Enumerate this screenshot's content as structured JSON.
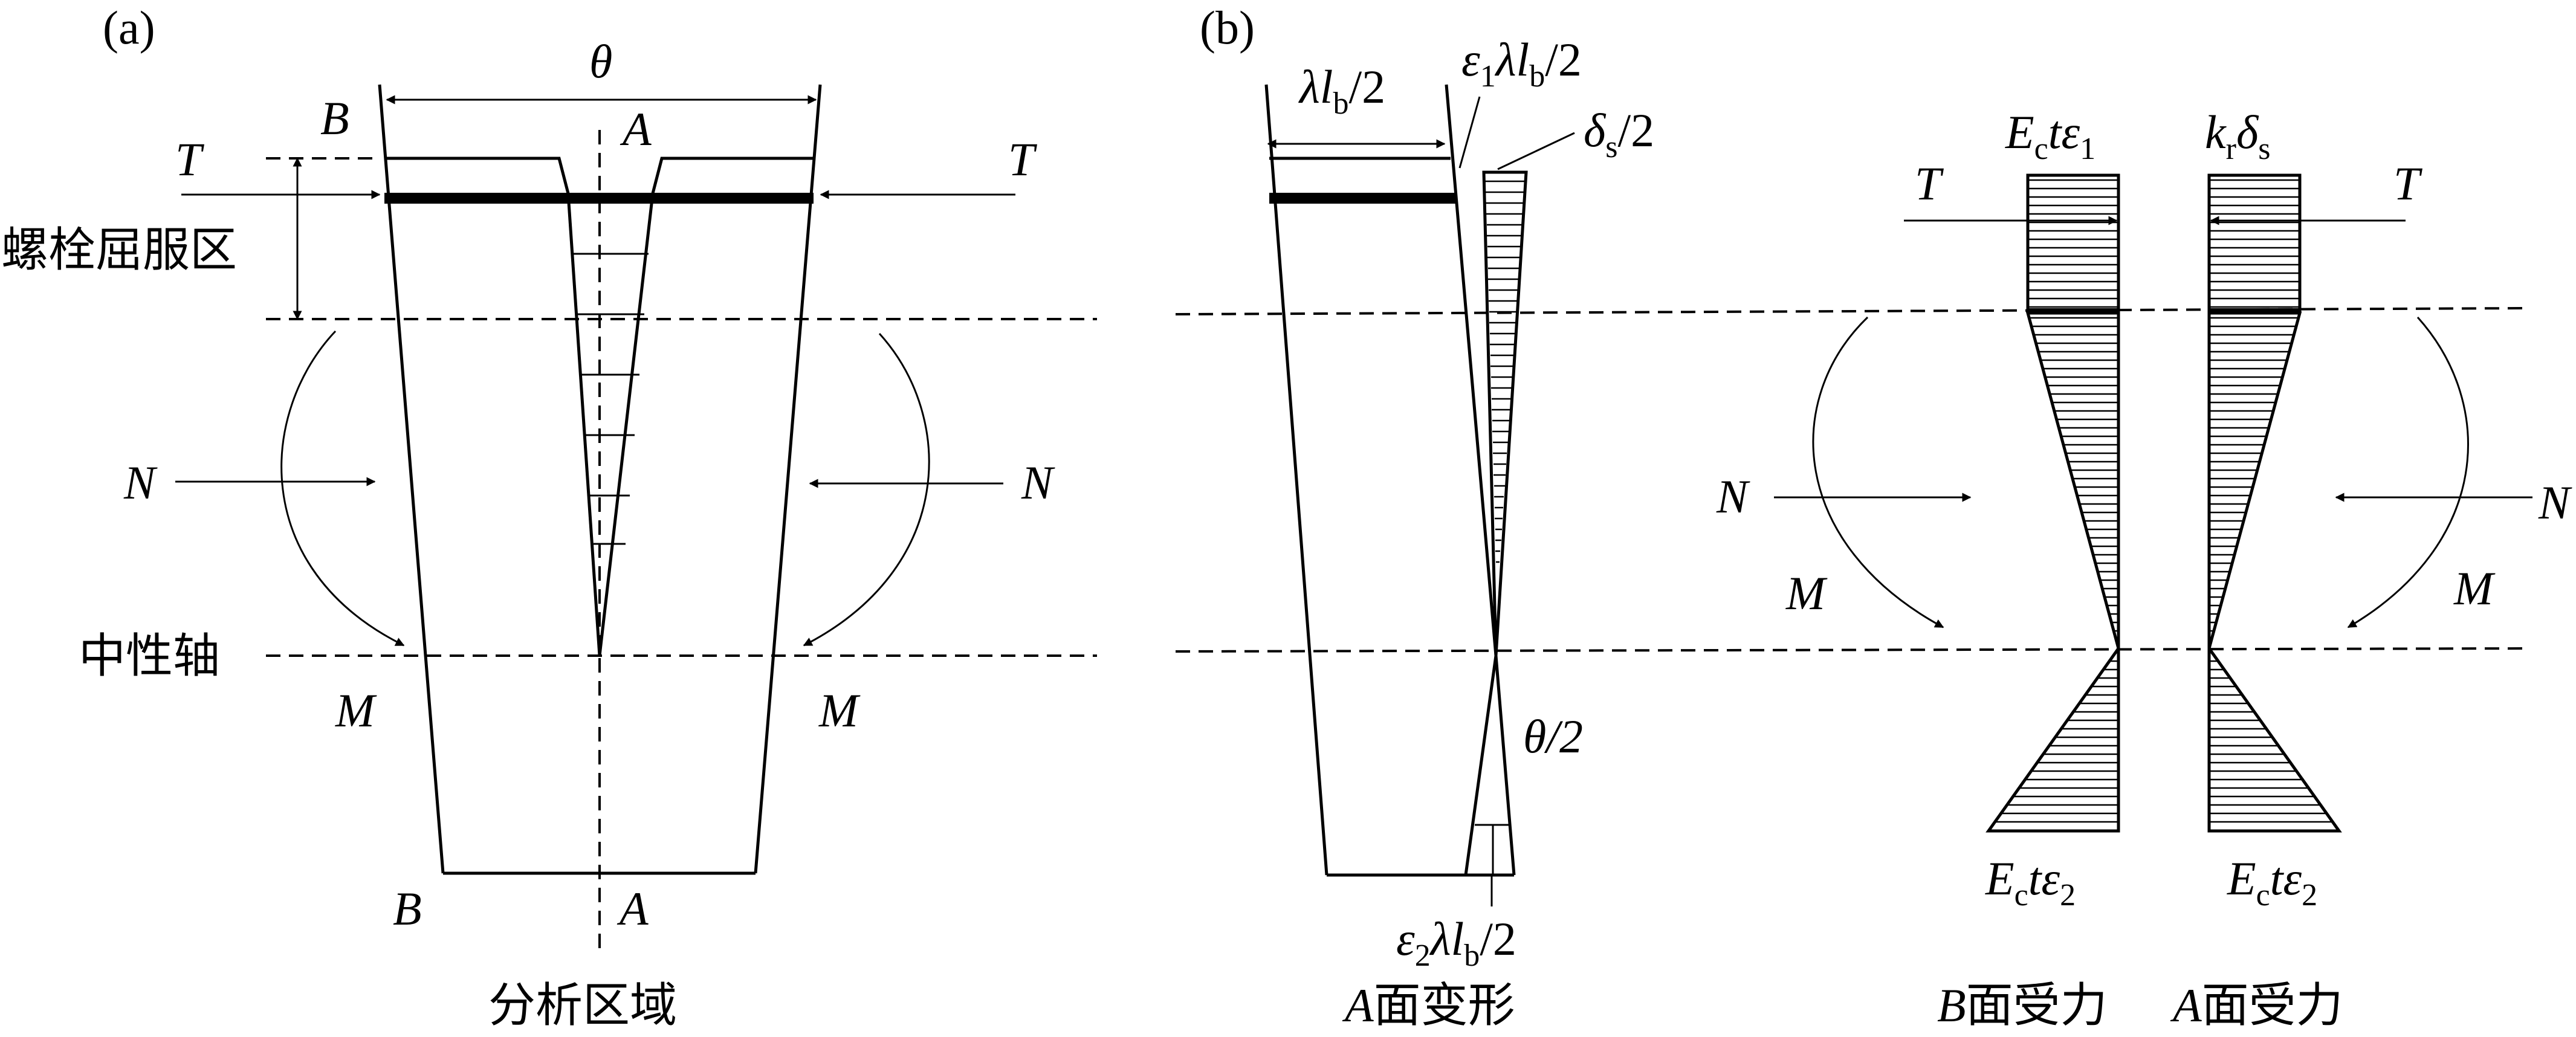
{
  "panels": {
    "a": {
      "tag": "(a)",
      "theta": "θ",
      "B_top": "B",
      "A_top": "A",
      "B_bot": "B",
      "A_bot": "A",
      "T_left": "T",
      "T_right": "T",
      "N_left": "N",
      "N_right": "N",
      "M_left": "M",
      "M_right": "M",
      "bolt_yield": "螺栓屈服区",
      "neutral_axis": "中性轴",
      "caption": "分析区域"
    },
    "b": {
      "tag": "(b)",
      "lam_main": "λl",
      "lam_sub": "b",
      "lam_tail": "/2",
      "eps1_e": "ε",
      "eps1_e_sub": "1",
      "eps1_mid": "λl",
      "eps1_b_sub": "b",
      "eps1_tail": "/2",
      "delta_main": "δ",
      "delta_sub": "s",
      "delta_tail": "/2",
      "theta_half": "θ/2",
      "eps2_e": "ε",
      "eps2_e_sub": "2",
      "eps2_mid": "λl",
      "eps2_b_sub": "b",
      "eps2_tail": "/2",
      "caption_A_italic": "A",
      "caption_A_rest": "面变形"
    },
    "c": {
      "Ect1_E": "E",
      "Ect1_c": "c",
      "Ect1_t": "tε",
      "Ect1_1": "1",
      "kr_k": "k",
      "kr_r": "r",
      "kr_d": "δ",
      "kr_s": "s",
      "T_left": "T",
      "T_right": "T",
      "N_left": "N",
      "N_right": "N",
      "M_left": "M",
      "M_right": "M",
      "Ect2L_E": "E",
      "Ect2L_c": "c",
      "Ect2L_t": "tε",
      "Ect2L_2": "2",
      "Ect2R_E": "E",
      "Ect2R_c": "c",
      "Ect2R_t": "tε",
      "Ect2R_2": "2",
      "caption_B_italic": "B",
      "caption_B_rest": "面受力",
      "caption_A_italic": "A",
      "caption_A_rest": "面受力"
    }
  }
}
